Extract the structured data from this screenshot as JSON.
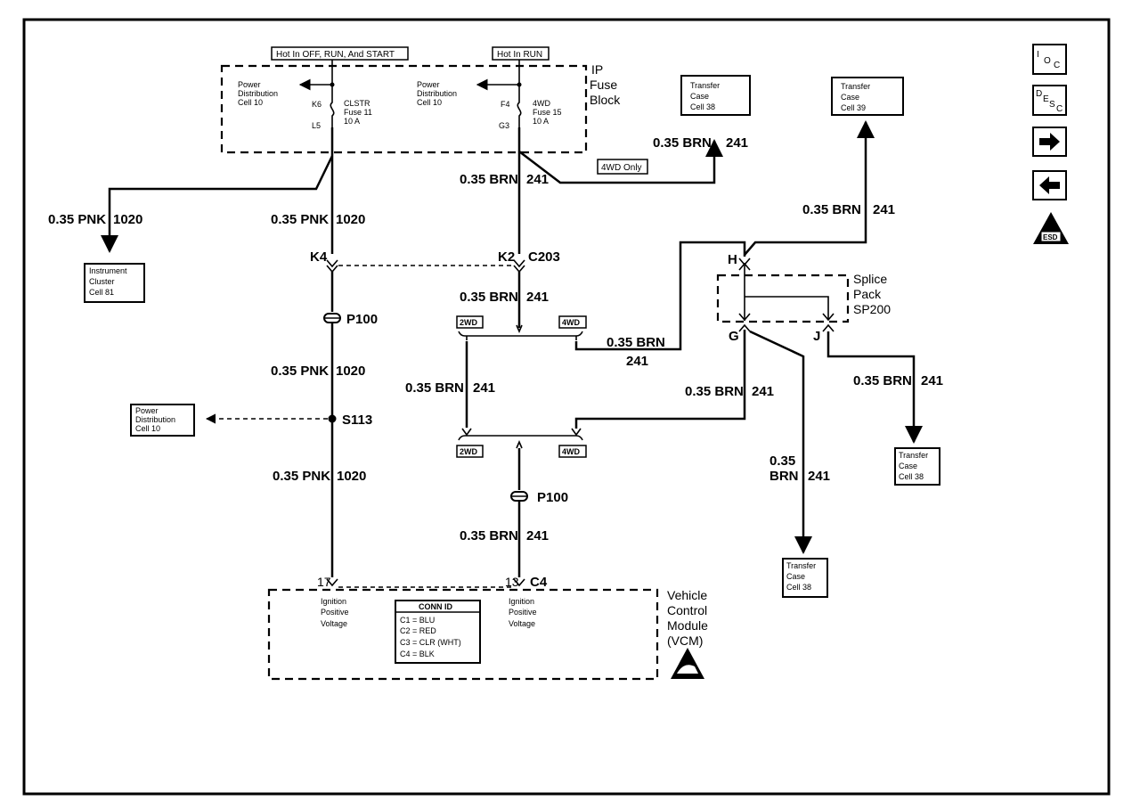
{
  "fuse_block": {
    "title_lines": [
      "IP",
      "Fuse",
      "Block"
    ],
    "hot_cluster": "Hot In OFF, RUN, And START",
    "hot_4wd": "Hot In RUN",
    "pd_left": [
      "Power",
      "Distribution",
      "Cell 10"
    ],
    "pd_right": [
      "Power",
      "Distribution",
      "Cell 10"
    ],
    "cluster_pins": {
      "top": "K6",
      "bottom": "L5"
    },
    "cluster_fuse": [
      "CLSTR",
      "Fuse 11",
      "10 A"
    ],
    "fwd_pins": {
      "top": "F4",
      "bottom": "G3"
    },
    "fwd_fuse": [
      "4WD",
      "Fuse 15",
      "10 A"
    ]
  },
  "boxes": {
    "instrument_cluster": [
      "Instrument",
      "Cluster",
      "Cell 81"
    ],
    "transfer_case_top1": [
      "Transfer",
      "Case",
      "Cell 38"
    ],
    "transfer_case_top2": [
      "Transfer",
      "Case",
      "Cell 39"
    ],
    "power_dist_mid": [
      "Power",
      "Distribution",
      "Cell 10"
    ],
    "transfer_case_mid": [
      "Transfer",
      "Case",
      "Cell 38"
    ],
    "transfer_case_bottom": [
      "Transfer",
      "Case",
      "Cell 38"
    ]
  },
  "labels": {
    "fwd_only": "4WD Only",
    "wd2": "2WD",
    "wd4": "4WD"
  },
  "wires": {
    "pnk_size_color": "0.35 PNK",
    "pnk_circuit": "1020",
    "brn_size_color": "0.35 BRN",
    "brn_size": "0.35",
    "brn_color": "BRN",
    "brn_circuit": "241"
  },
  "connectors": {
    "k4": "K4",
    "k2": "K2",
    "c203": "C203",
    "p100": "P100",
    "s113": "S113",
    "pin17": "17",
    "pin13": "13",
    "c4": "C4"
  },
  "splice": {
    "title_lines": [
      "Splice",
      "Pack",
      "SP200"
    ],
    "h": "H",
    "g": "G",
    "j": "J"
  },
  "vcm": {
    "title_lines": [
      "Vehicle",
      "Control",
      "Module",
      "(VCM)"
    ],
    "ign_left": [
      "Ignition",
      "Positive",
      "Voltage"
    ],
    "ign_right": [
      "Ignition",
      "Positive",
      "Voltage"
    ],
    "conn_id_title": "CONN ID",
    "conn_id_rows": [
      "C1 = BLU",
      "C2 = RED",
      "C3 = CLR (WHT)",
      "C4 = BLK"
    ]
  },
  "nav": {
    "ioc": {
      "main": "I",
      "sub": "O",
      "sub2": "C"
    },
    "desc": {
      "main": "D",
      "sub": "E",
      "sub2": "S",
      "sub3": "C"
    },
    "esd": "ESD"
  }
}
